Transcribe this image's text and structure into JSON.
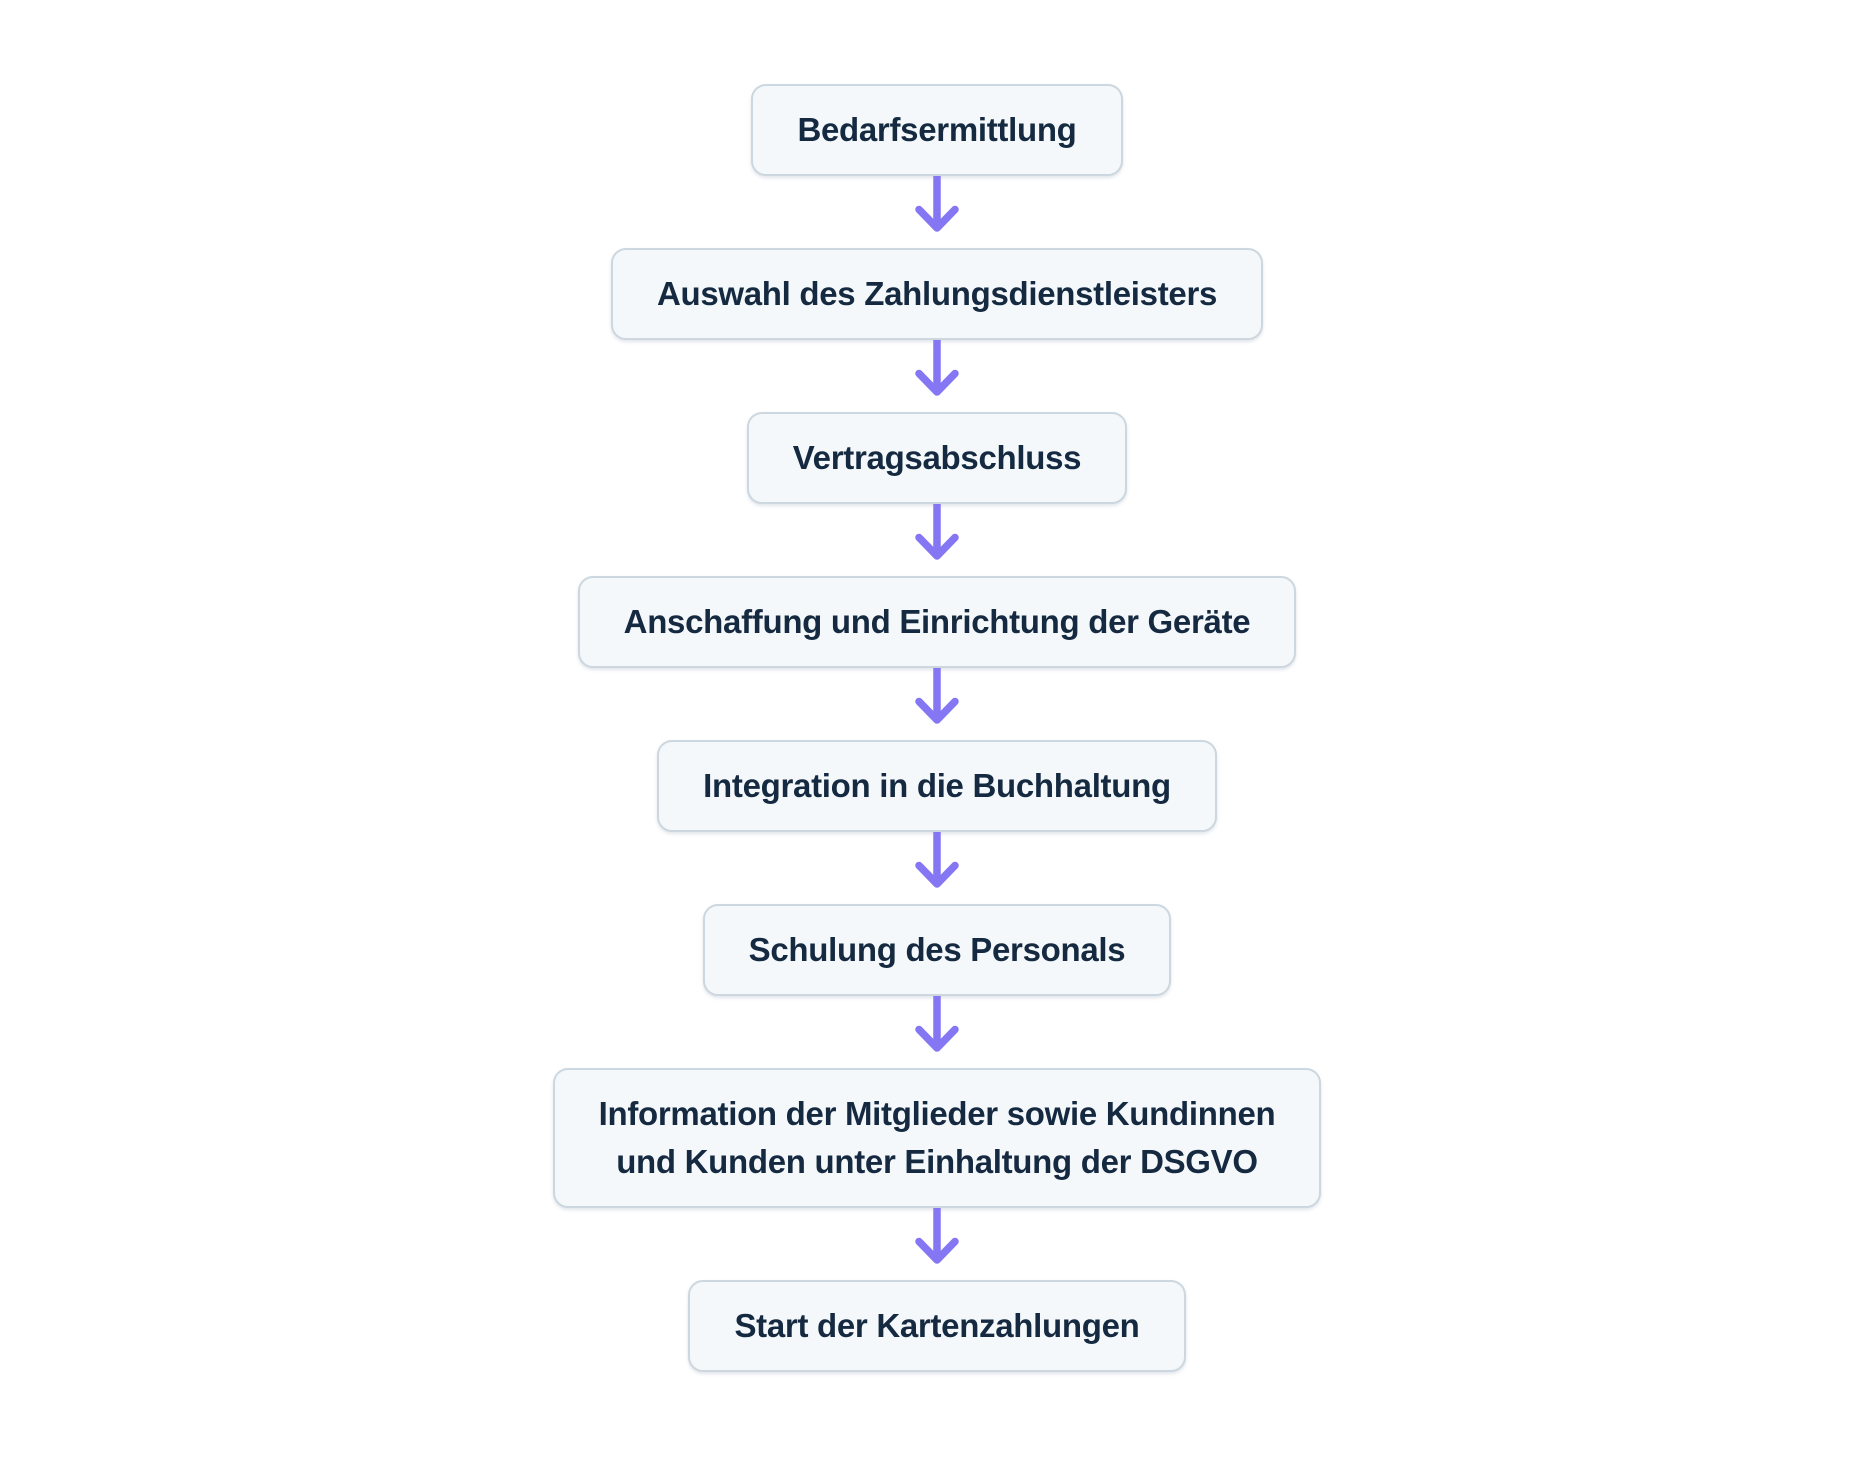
{
  "page": {
    "background_color": "#ffffff"
  },
  "flowchart": {
    "type": "flowchart",
    "direction": "top-down",
    "node_style": {
      "background": "#f4f8fa",
      "border_color": "#ccd7df",
      "text_color": "#152a41"
    },
    "arrow": {
      "color": "#8577f4",
      "direction": "down"
    },
    "steps": [
      {
        "lines": [
          "Bedarfsermittlung"
        ]
      },
      {
        "lines": [
          "Auswahl des Zahlungsdienstleisters"
        ]
      },
      {
        "lines": [
          "Vertragsabschluss"
        ]
      },
      {
        "lines": [
          "Anschaffung und Einrichtung der Geräte"
        ]
      },
      {
        "lines": [
          "Integration in die Buchhaltung"
        ]
      },
      {
        "lines": [
          "Schulung des Personals"
        ]
      },
      {
        "lines": [
          "Information der Mitglieder sowie Kundinnen",
          "und Kunden unter Einhaltung der DSGVO"
        ]
      },
      {
        "lines": [
          "Start der Kartenzahlungen"
        ]
      }
    ]
  }
}
